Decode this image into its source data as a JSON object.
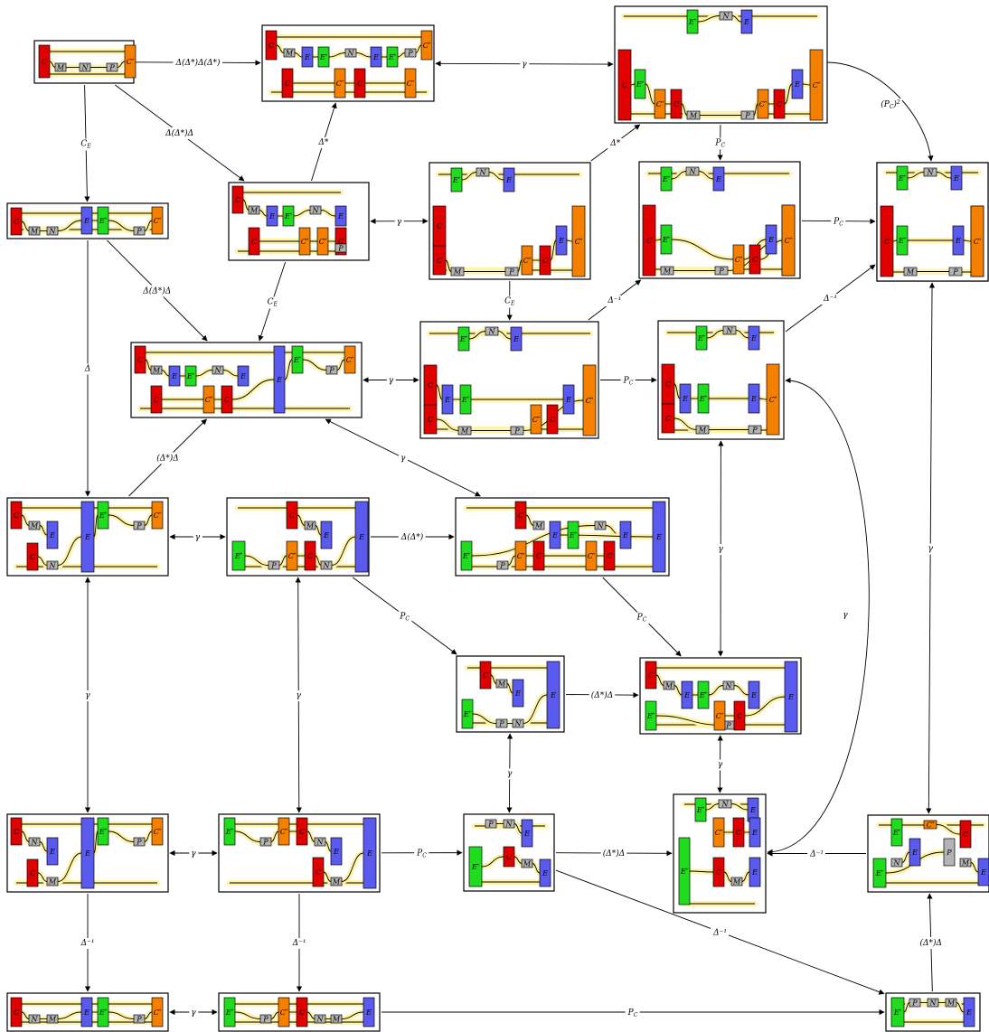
{
  "colors": {
    "C": "#e00000",
    "C*": "#f58000",
    "E": "#5a5aee",
    "E*": "#1fdc1f",
    "M": "#b4b4b4",
    "N": "#b4b4b4",
    "P": "#b4b4b4",
    "wire_highlight": "#fff3a6"
  },
  "block_labels": {
    "C": "C",
    "C*": "C*",
    "E": "E",
    "E*": "E*",
    "M": "M",
    "N": "N",
    "P": "P"
  },
  "edge_labels": {
    "n01_n02": "Δ(Δ*)Δ(Δ*)",
    "n01_n05": "Δ(Δ*)Δ",
    "n01_n06": "C_E",
    "n02_n03": "γ",
    "n03_n04": "(P_C)^2",
    "n03_n09": "P_C",
    "n05_n02": "Δ*",
    "n05_n08": "γ",
    "n05_n11": "C_E",
    "n08_n03": "Δ*",
    "n08_n12": "C_E",
    "n09_n10": "P_C",
    "n06_n11": "Δ(Δ*)Δ",
    "n06_n14": "Δ",
    "n11_n12": "γ",
    "n12_n09": "Δ⁻¹",
    "n12_n13": "P_C",
    "n13_n10": "Δ⁻¹",
    "n11_n16": "γ",
    "n14_n11": "(Δ*)Δ",
    "n14_n15": "γ",
    "n15_n16": "Δ(Δ*)",
    "n15_n17": "P_C",
    "n16_n18": "P_C",
    "n17_n18": "(Δ*)Δ",
    "n13_n18": "γ",
    "n14_n19": "γ",
    "n15_n20": "γ",
    "n17_n21": "γ",
    "n18_n22": "γ",
    "n19_n20": "γ",
    "n20_n21": "P_C",
    "n21_n22": "(Δ*)Δ",
    "n23_n22": "Δ⁻¹",
    "n13_n22": "γ",
    "n10_n23": "γ",
    "n21_n26": "Δ⁻¹",
    "n26_n23": "(Δ*)Δ",
    "n19_n24": "Δ⁻¹",
    "n20_n25": "Δ⁻¹",
    "n24_n25": "γ",
    "n25_n26": "P_C"
  },
  "nodes": [
    {
      "id": "n01",
      "blocks": [
        "C",
        "M",
        "N",
        "P",
        "C*"
      ]
    },
    {
      "id": "n02",
      "blocks": [
        "C",
        "M",
        "E",
        "E*",
        "N",
        "E",
        "E*",
        "P",
        "C*",
        "C",
        "C*",
        "C",
        "C*"
      ]
    },
    {
      "id": "n03",
      "blocks": [
        "E*",
        "N",
        "E",
        "C",
        "E*",
        "C*",
        "C",
        "M",
        "P",
        "C*",
        "C",
        "E",
        "C*"
      ]
    },
    {
      "id": "n04",
      "blocks": [
        "E*",
        "N",
        "E",
        "C",
        "E*",
        "E",
        "E",
        "C*",
        "M",
        "P"
      ]
    },
    {
      "id": "n05",
      "blocks": [
        "C",
        "M",
        "E",
        "E*",
        "N",
        "E",
        "C*",
        "C",
        "C*",
        "C",
        "P"
      ]
    },
    {
      "id": "n06",
      "blocks": [
        "C",
        "M",
        "N",
        "E",
        "E*",
        "P",
        "C*"
      ]
    },
    {
      "id": "n08",
      "blocks": [
        "E*",
        "N",
        "E",
        "C",
        "C",
        "M",
        "P",
        "C*",
        "C",
        "E",
        "C*"
      ]
    },
    {
      "id": "n09",
      "blocks": [
        "E*",
        "N",
        "E",
        "C",
        "E*",
        "C*",
        "E",
        "M",
        "P",
        "C*",
        "C",
        "C*"
      ]
    },
    {
      "id": "n10",
      "blocks": [
        "E*",
        "N",
        "E",
        "C",
        "E*",
        "E",
        "E",
        "C*",
        "M",
        "P"
      ]
    },
    {
      "id": "n11",
      "blocks": [
        "C",
        "M",
        "E",
        "E*",
        "N",
        "E",
        "C",
        "C*",
        "C",
        "E",
        "E*",
        "P",
        "C*"
      ]
    },
    {
      "id": "n12",
      "blocks": [
        "E*",
        "N",
        "E",
        "C",
        "E",
        "E*",
        "E",
        "C*",
        "C",
        "M",
        "P",
        "C*",
        "C"
      ]
    },
    {
      "id": "n13",
      "blocks": [
        "E*",
        "N",
        "E",
        "C",
        "E",
        "E*",
        "E",
        "C*",
        "C",
        "M",
        "P"
      ]
    },
    {
      "id": "n14",
      "blocks": [
        "C",
        "M",
        "E",
        "C",
        "N",
        "E",
        "E*",
        "P",
        "C*"
      ]
    },
    {
      "id": "n15",
      "blocks": [
        "C",
        "M",
        "E",
        "E*",
        "P",
        "C*",
        "C",
        "N",
        "E"
      ]
    },
    {
      "id": "n16",
      "blocks": [
        "C",
        "M",
        "E*",
        "N",
        "E",
        "E*",
        "P",
        "C*",
        "C",
        "C*",
        "C",
        "E",
        "E"
      ]
    },
    {
      "id": "n17",
      "blocks": [
        "C",
        "M",
        "E",
        "E*",
        "P",
        "N",
        "E"
      ]
    },
    {
      "id": "n18",
      "blocks": [
        "C",
        "M",
        "E",
        "E*",
        "N",
        "E",
        "E*",
        "P",
        "C*",
        "C",
        "E"
      ]
    },
    {
      "id": "n19",
      "blocks": [
        "C",
        "N",
        "E",
        "C",
        "M",
        "E",
        "E*",
        "P",
        "C*"
      ]
    },
    {
      "id": "n20",
      "blocks": [
        "E*",
        "P",
        "C*",
        "C",
        "N",
        "E",
        "C",
        "M",
        "E"
      ]
    },
    {
      "id": "n21",
      "blocks": [
        "P",
        "N",
        "E",
        "E*",
        "C",
        "M",
        "E"
      ]
    },
    {
      "id": "n22",
      "blocks": [
        "E*",
        "N",
        "E",
        "C*",
        "C",
        "E",
        "E*",
        "C",
        "M",
        "E"
      ]
    },
    {
      "id": "n23",
      "blocks": [
        "E*",
        "N",
        "E",
        "E*",
        "P",
        "C*",
        "C",
        "M",
        "E"
      ]
    },
    {
      "id": "n24",
      "blocks": [
        "C",
        "N",
        "M",
        "E",
        "E*",
        "P",
        "C*"
      ]
    },
    {
      "id": "n25",
      "blocks": [
        "E*",
        "P",
        "C*",
        "C",
        "N",
        "M",
        "E"
      ]
    },
    {
      "id": "n26",
      "blocks": [
        "E*",
        "P",
        "N",
        "M",
        "E"
      ]
    }
  ]
}
